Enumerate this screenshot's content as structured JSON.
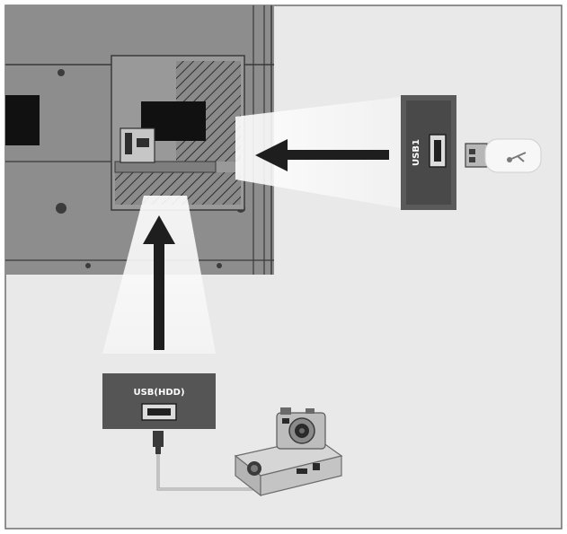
{
  "diagram": {
    "labels": {
      "usb1": "USB1",
      "usb_hdd": "USB(HDD)"
    },
    "devices": [
      {
        "name": "usb-flash-drive",
        "icon": "usb-stick-icon"
      },
      {
        "name": "external-hard-drive",
        "icon": "hdd-icon"
      },
      {
        "name": "digital-camera",
        "icon": "camera-icon"
      }
    ],
    "colors": {
      "background": "#e8e8e8",
      "tv_panel": "#8c8c8c",
      "port_panel": "#5a5a5a",
      "arrow": "#1e1e1e",
      "beam": "#f7f7f7"
    }
  }
}
